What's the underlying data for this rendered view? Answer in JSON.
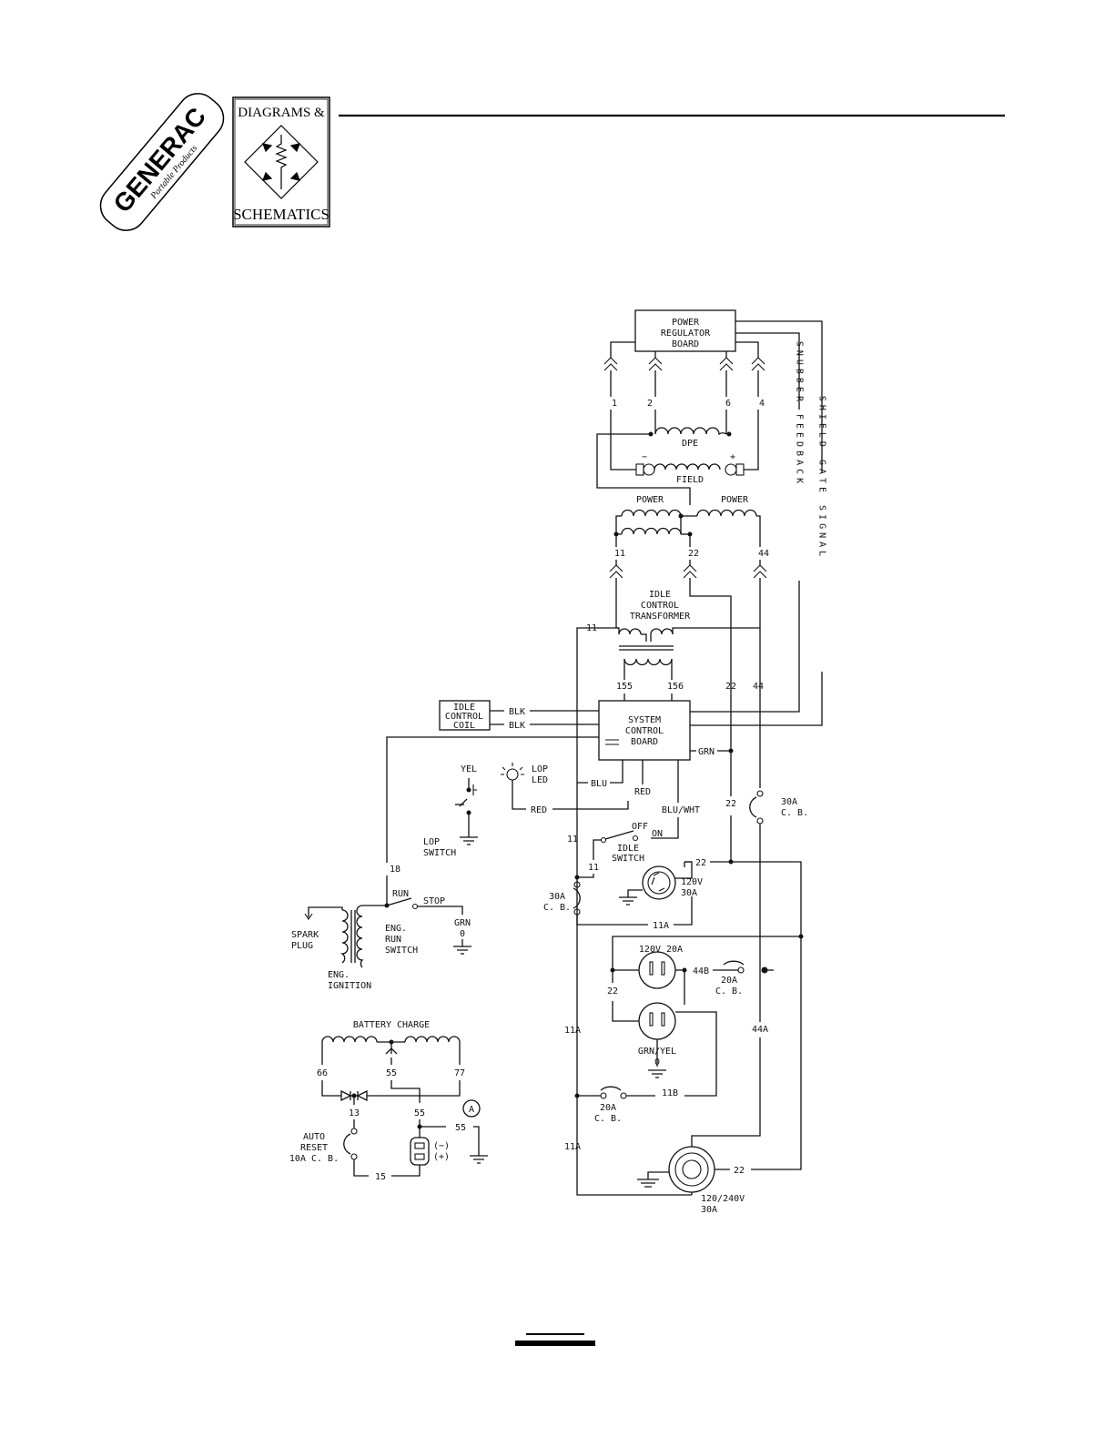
{
  "header": {
    "brand_logo": "GENERAC",
    "brand_tagline": "Portable Products",
    "badge_top": "DIAGRAMS &",
    "badge_bottom": "SCHEMATICS"
  },
  "components": {
    "power_regulator": [
      "POWER",
      "REGULATOR",
      "BOARD"
    ],
    "dpe": "DPE",
    "field": "FIELD",
    "field_minus": "−",
    "field_plus": "+",
    "power_left": "POWER",
    "power_right": "POWER",
    "idle_transformer": [
      "IDLE",
      "CONTROL",
      "TRANSFORMER"
    ],
    "idle_coil": [
      "IDLE",
      "CONTROL",
      "COIL"
    ],
    "system_board": [
      "SYSTEM",
      "CONTROL",
      "BOARD"
    ],
    "lop_led": [
      "LOP",
      "LED"
    ],
    "lop_switch": [
      "LOP",
      "SWITCH"
    ],
    "idle_switch": [
      "IDLE",
      "SWITCH"
    ],
    "idle_off": "OFF",
    "idle_on": "ON",
    "run": "RUN",
    "stop": "STOP",
    "eng_run_switch": [
      "ENG.",
      "RUN",
      "SWITCH"
    ],
    "spark_plug": [
      "SPARK",
      "PLUG"
    ],
    "eng_ignition": [
      "ENG.",
      "IGNITION"
    ],
    "battery_charge": "BATTERY CHARGE",
    "auto_reset": [
      "AUTO",
      "RESET",
      "10A C. B."
    ],
    "meter": "A",
    "batt_minus": "(−)",
    "batt_plus": "(+)",
    "cb_30a_top": [
      "30A",
      "C. B."
    ],
    "cb_30a_left": [
      "30A",
      "C. B."
    ],
    "cb_20a_right": [
      "20A",
      "C. B."
    ],
    "cb_20a_bottom": [
      "20A",
      "C. B."
    ],
    "recept_120v30a": [
      "120V",
      "30A"
    ],
    "recept_120v20a": "120V 20A",
    "grn_yel": [
      "GRN/YEL",
      "0"
    ],
    "grn_0": [
      "GRN",
      "0"
    ],
    "recept_240v": [
      "120/240V",
      "30A"
    ],
    "snubber_feedback": "SNUBBER FEEDBACK",
    "shield_gate_signal": "SHIELD GATE SIGNAL"
  },
  "wires": {
    "w1": "1",
    "w2": "2",
    "w6": "6",
    "w4": "4",
    "w11": "11",
    "w22": "22",
    "w44": "44",
    "w155": "155",
    "w156": "156",
    "w18": "18",
    "w11A": "11A",
    "w11B": "11B",
    "w44A": "44A",
    "w44B": "44B",
    "w66": "66",
    "w55": "55",
    "w77": "77",
    "w13": "13",
    "w15": "15",
    "blk": "BLK",
    "grn": "GRN",
    "yel": "YEL",
    "blu": "BLU",
    "red": "RED",
    "blu_wht": "BLU/WHT"
  }
}
